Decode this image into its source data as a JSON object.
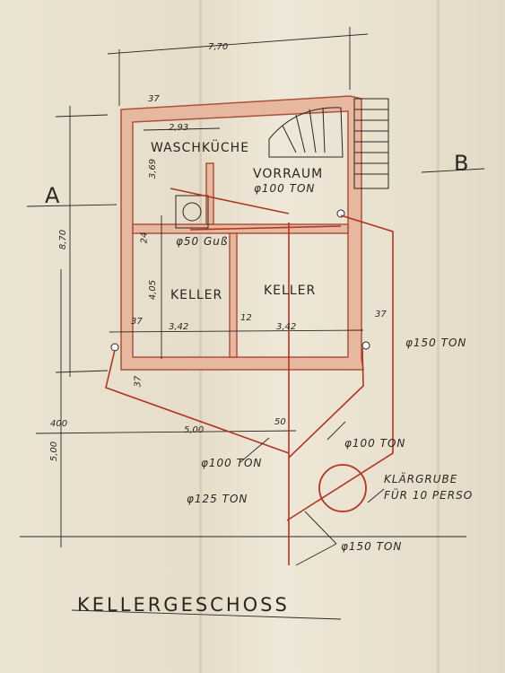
{
  "drawing": {
    "title": "KELLERGESCHOSS",
    "rooms": {
      "waschkueche": "WASCHKÜCHE",
      "vorraum": "VORRAUM",
      "keller_left": "KELLER",
      "keller_right": "KELLER"
    },
    "section_marks": {
      "a": "A",
      "b": "B"
    },
    "dimensions": {
      "total_width": "7,70",
      "total_height": "8,70",
      "wall_top": "37",
      "room_width_upper": "2,93",
      "room_height_upper": "3,69",
      "room_height_lower": "4,05",
      "left_wall": "37",
      "keller_left_width": "3,42",
      "inner_wall": "12",
      "keller_right_width": "3,42",
      "right_wall": "37",
      "bottom_wall": "37",
      "wall_small": "24",
      "offset_400": "400",
      "offset_500": "5,00",
      "offset_500_horizontal": "5,00",
      "offset_50": "50"
    },
    "pipes": {
      "vorraum_pipe": "φ100 TON",
      "drain_50": "φ50 Guß",
      "right_pipe": "φ150 TON",
      "mid_pipe": "φ100 TON",
      "left_pipe": "φ100 TON",
      "main_pipe": "φ125 TON",
      "outlet_pipe": "φ150 TON"
    },
    "septic_tank": {
      "line1": "KLÄRGRUBE",
      "line2": "FÜR 10 PERSO"
    },
    "colors": {
      "paper": "#ece4d3",
      "wall_fill": "#e8b79f",
      "wall_edge": "#a8543c",
      "pipe_red": "#b03424",
      "ink": "#2a2622"
    }
  }
}
